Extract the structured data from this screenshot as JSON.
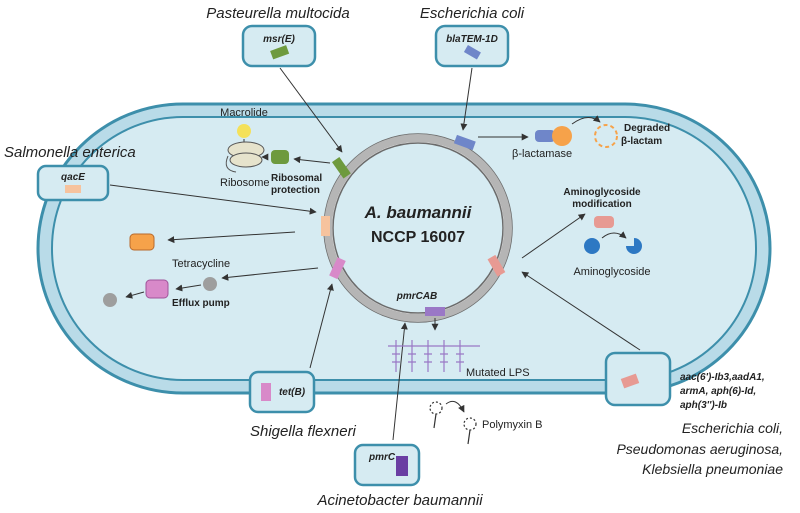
{
  "center": {
    "title": "A. baumannii",
    "subtitle": "NCCP 16007"
  },
  "plasmid_label": "pmrCAB",
  "colors": {
    "cell_fill": "#d6ebf2",
    "cell_stroke": "#3d8fab",
    "plasmid": "#9c9c9c",
    "green": "#6e9a3e",
    "blue": "#6f86c9",
    "peach": "#f6c39e",
    "pink": "#d889c9",
    "salmon": "#e79a93",
    "purple": "#9a78c6",
    "orange": "#f6a24a",
    "yellow": "#f4e15a",
    "dot_blue": "#2d78c3"
  },
  "donors": {
    "pasteurella": {
      "species": "Pasteurella multocida",
      "gene": "msr(E)"
    },
    "ecoli_top": {
      "species": "Escherichia coli",
      "gene": "blaTEM-1D"
    },
    "salmonella": {
      "species": "Salmonella enterica",
      "gene": "qacE"
    },
    "shigella": {
      "species": "Shigella flexneri",
      "gene": "tet(B)"
    },
    "acinetobacter": {
      "species": "Acinetobacter baumannii",
      "gene": "pmrC"
    },
    "multi": {
      "gene_lines": [
        "aac(6')-Ib3,aadA1,",
        "armA, aph(6)-Id,",
        "aph(3'')-Ib"
      ],
      "species_lines": [
        "Escherichia coli,",
        "Pseudomonas aeruginosa,",
        "Klebsiella pneumoniae"
      ]
    }
  },
  "labels": {
    "macrolide": "Macrolide",
    "ribosome": "Ribosome",
    "ribosomal_protection": [
      "Ribosomal",
      "protection"
    ],
    "beta_lactamase": "β-lactamase",
    "degraded": [
      "Degraded",
      "β-lactam"
    ],
    "aminoglycoside_modification": [
      "Aminoglycoside",
      "modification"
    ],
    "aminoglycoside": "Aminoglycoside",
    "tetracycline": "Tetracycline",
    "efflux_pump": "Efflux pump",
    "mutated_lps": "Mutated LPS",
    "polymyxin": "Polymyxin B"
  }
}
